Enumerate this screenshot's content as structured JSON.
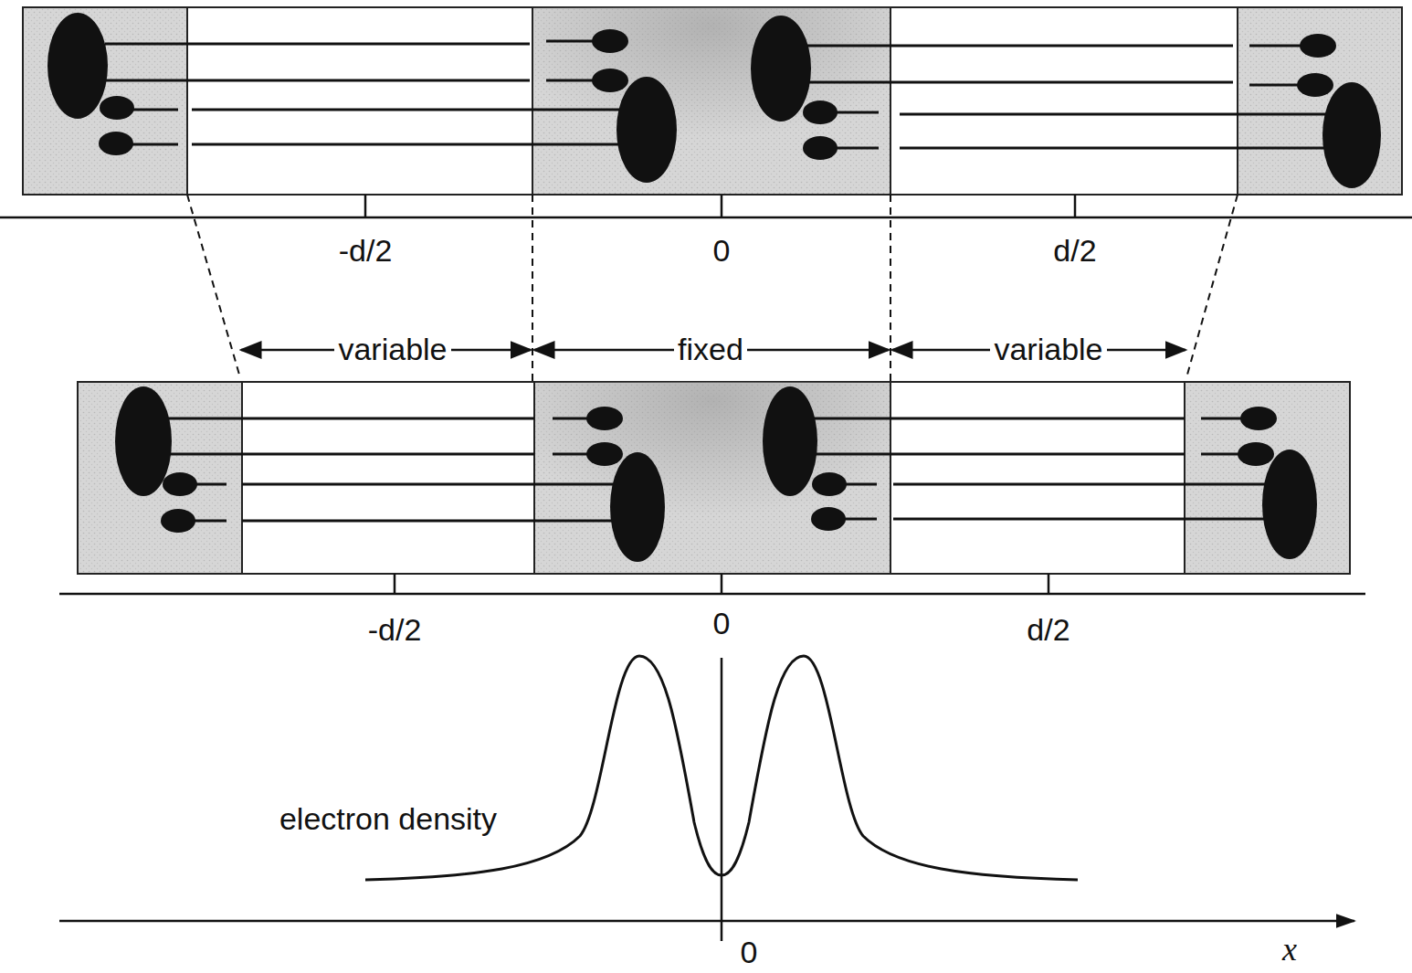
{
  "diagram": {
    "labels": [
      "-d/2",
      "0",
      "d/2",
      "variable",
      "fixed",
      "variable",
      "-d/2",
      "0",
      "d/2",
      "electron density",
      "0",
      "x"
    ]
  }
}
